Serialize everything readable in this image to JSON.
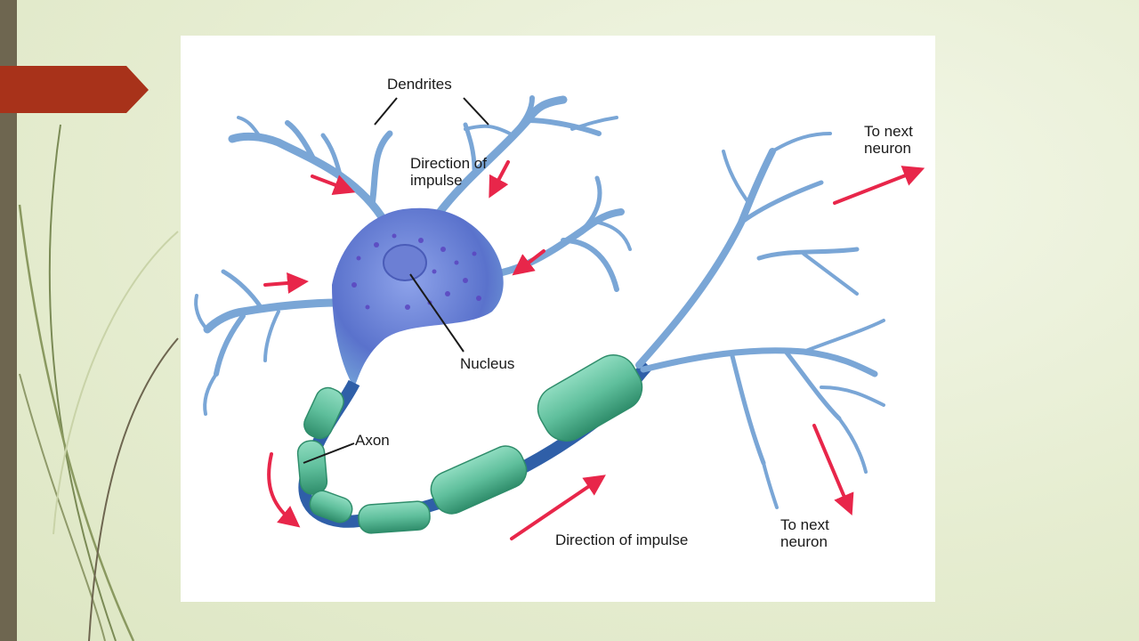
{
  "colors": {
    "background": "#e6edd1",
    "left_bar": "#6e6650",
    "tab_marker": "#a8321a",
    "dendrite": "#7aa6d6",
    "cell_body": "#6f86d6",
    "myelin": "#5fbf9c",
    "node": "#2f5fa8",
    "arrow": "#e8264a"
  },
  "icons": {
    "tab_marker": "pentagon-arrow-icon",
    "impulse_arrow": "red-arrow-icon"
  },
  "labels": {
    "dendrites": "Dendrites",
    "direction_top": "Direction of impulse",
    "nucleus": "Nucleus",
    "axon": "Axon",
    "direction_bottom": "Direction of impulse",
    "to_next_top": "To next neuron",
    "to_next_bottom": "To next neuron"
  }
}
